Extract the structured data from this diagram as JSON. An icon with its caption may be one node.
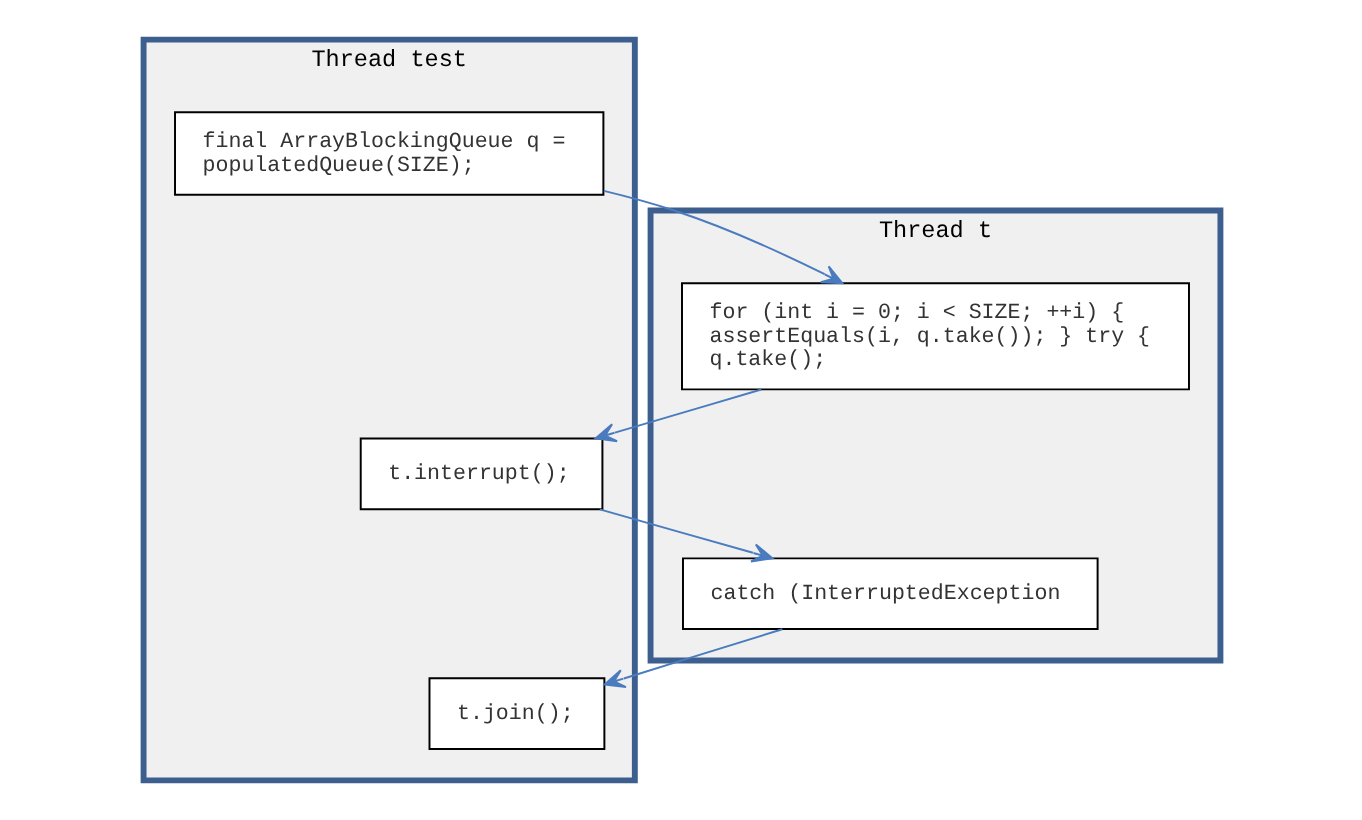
{
  "diagram": {
    "nodes": [
      {
        "text": [
          "Thread test"
        ]
      },
      {
        "text": [
          "final ArrayBlockingQueue q = populatedQueue(SIZE);"
        ],
        "in": 0
      },
      {
        "text": [
          "t.interrupt();"
        ],
        "in": 0
      },
      {
        "text": [
          "t.join();"
        ],
        "in": 0
      },
      {
        "text": [
          "Thread t"
        ]
      },
      {
        "text": [
          "for (int i = 0; i < SIZE; ++i) { assertEquals(i, q.take()); } try { q.take();"
        ],
        "in": 4
      },
      {
        "text": [
          "catch (InterruptedException"
        ],
        "in": 4
      }
    ],
    "edges": [
      {
        "from": 1,
        "to": 5,
        "arrow": "to"
      },
      {
        "from": 5,
        "to": 2,
        "arrow": "to"
      },
      {
        "from": 2,
        "to": 6,
        "arrow": "to"
      },
      {
        "from": 6,
        "to": 3,
        "arrow": "to"
      }
    ]
  }
}
